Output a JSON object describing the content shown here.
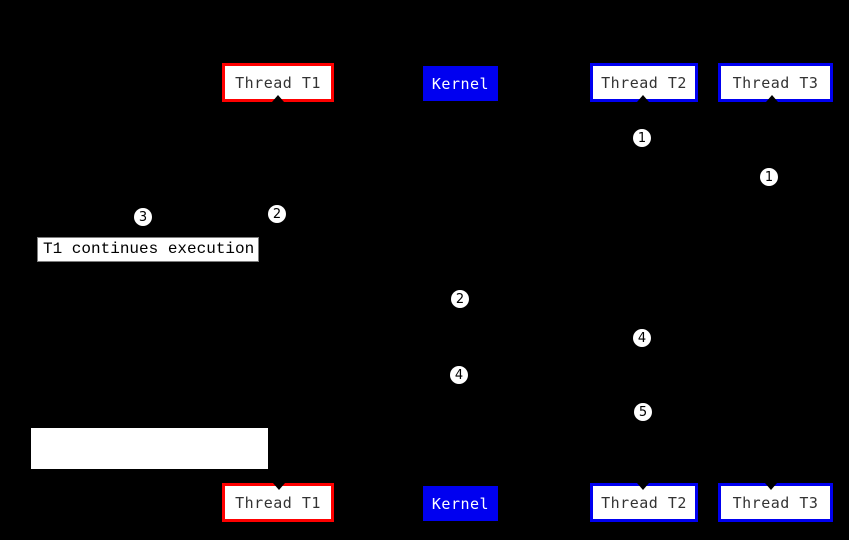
{
  "diagram": {
    "description": "Thread scheduling diagram with two timeline rows of boxes, numbered event steps, and a caption",
    "colors": {
      "background": "#000000",
      "thread_t1_border": "#fe0000",
      "thread_t2_t3_border": "#0000f0",
      "kernel_fill": "#0000f0",
      "kernel_text": "#ffffff",
      "box_fill": "#ffffff",
      "box_text": "#333333",
      "badge_fill": "#ffffff",
      "badge_text": "#000000",
      "note_border": "#7d7d7d"
    },
    "boxes": {
      "top": [
        {
          "label": "Thread T1"
        },
        {
          "label": "Kernel"
        },
        {
          "label": "Thread T2"
        },
        {
          "label": "Thread T3"
        }
      ],
      "bottom": [
        {
          "label": "Thread T1"
        },
        {
          "label": "Kernel"
        },
        {
          "label": "Thread T2"
        },
        {
          "label": "Thread T3"
        }
      ]
    },
    "badges": [
      {
        "label": "1"
      },
      {
        "label": "1"
      },
      {
        "label": "3"
      },
      {
        "label": "2"
      },
      {
        "label": "2"
      },
      {
        "label": "4"
      },
      {
        "label": "4"
      },
      {
        "label": "5"
      }
    ],
    "note": {
      "text": "T1 continues execution"
    }
  }
}
